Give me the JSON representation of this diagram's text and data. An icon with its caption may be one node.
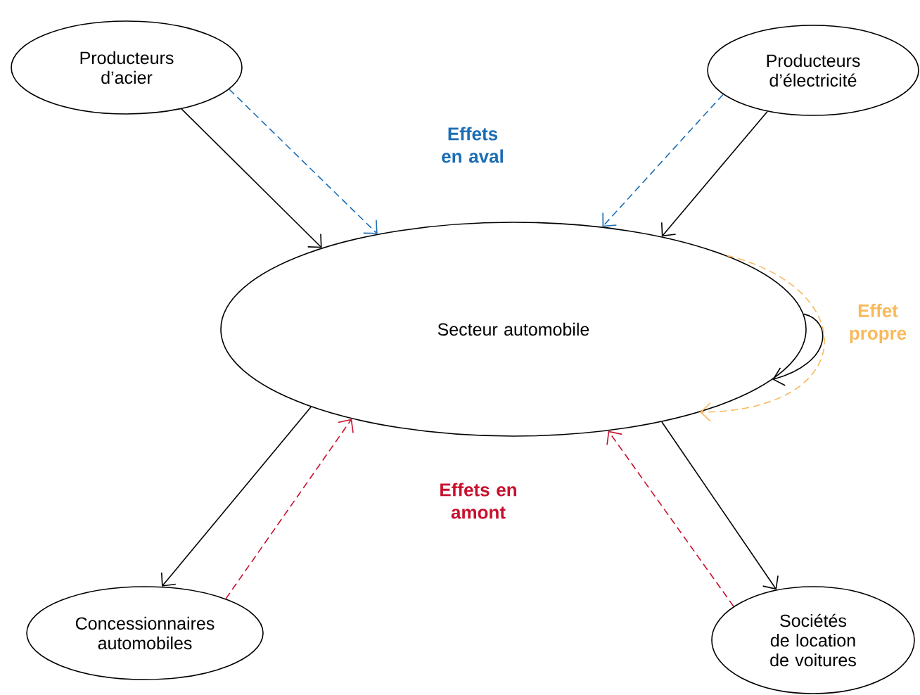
{
  "diagram": {
    "nodes": [
      {
        "text": [
          "Producteurs d’acier"
        ]
      },
      {
        "text": [
          "Producteurs d’électricité"
        ]
      },
      {
        "text": [
          "Secteur automobile"
        ]
      },
      {
        "text": [
          "Concessionnaires automobiles"
        ]
      },
      {
        "text": [
          "Sociétés de location de voitures"
        ]
      }
    ],
    "edges": [
      {
        "from": 0,
        "to": 2,
        "arrow": "to"
      },
      {
        "from": 0,
        "to": 2,
        "arrow": "to",
        "style": "dashed",
        "color": "#1b6db5"
      },
      {
        "from": 1,
        "to": 2,
        "arrow": "to",
        "style": "dashed",
        "color": "#1b6db5"
      },
      {
        "from": 1,
        "to": 2,
        "arrow": "to"
      },
      {
        "from": 2,
        "to": 2,
        "arrow": "to"
      },
      {
        "from": 2,
        "to": 2,
        "arrow": "to",
        "style": "dashed",
        "color": "#f9b95c"
      },
      {
        "from": 2,
        "to": 3,
        "arrow": "to"
      },
      {
        "from": 3,
        "to": 2,
        "arrow": "to",
        "style": "dashed",
        "color": "#c8102e"
      },
      {
        "from": 2,
        "to": 4,
        "arrow": "to"
      },
      {
        "from": 4,
        "to": 2,
        "arrow": "to",
        "style": "dashed",
        "color": "#c8102e"
      }
    ],
    "labels": [
      "Effets en aval",
      "Effet propre",
      "Effets en amont"
    ]
  }
}
